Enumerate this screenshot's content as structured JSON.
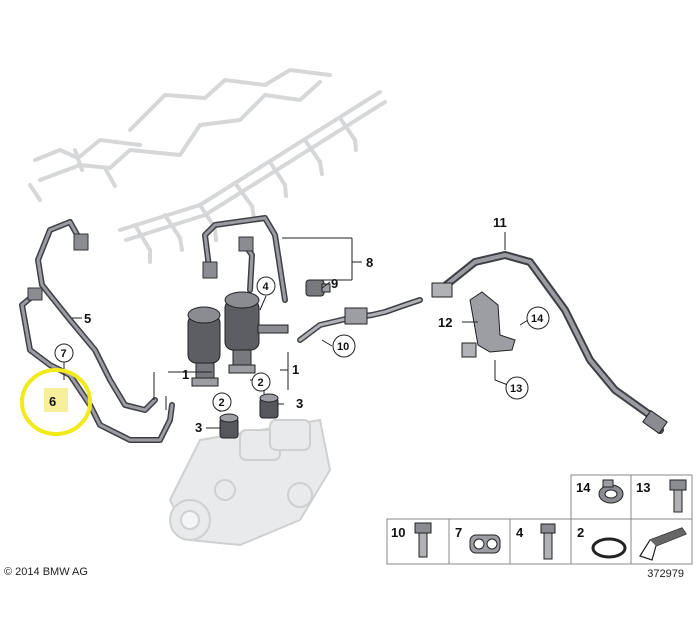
{
  "callouts": {
    "c1a": "1",
    "c1b": "1",
    "c2a": "2",
    "c2b": "2",
    "c3a": "3",
    "c3b": "3",
    "c4": "4",
    "c5": "5",
    "c6": "6",
    "c7": "7",
    "c8": "8",
    "c9": "9",
    "c10": "10",
    "c11": "11",
    "c12": "12",
    "c13": "13",
    "c14": "14"
  },
  "legend": {
    "p14": "14",
    "p13": "13",
    "p10": "10",
    "p7": "7",
    "p4": "4",
    "p2": "2"
  },
  "footer": {
    "copyright": "© 2014 BMW AG",
    "drawing_number": "372979"
  },
  "colors": {
    "highlight": "#f2ea1c",
    "highlight_fill": "#f6ef9c",
    "pipe": "#7b7d84",
    "pipe_dark": "#3e4046",
    "ghost": "#d6d7d9"
  }
}
